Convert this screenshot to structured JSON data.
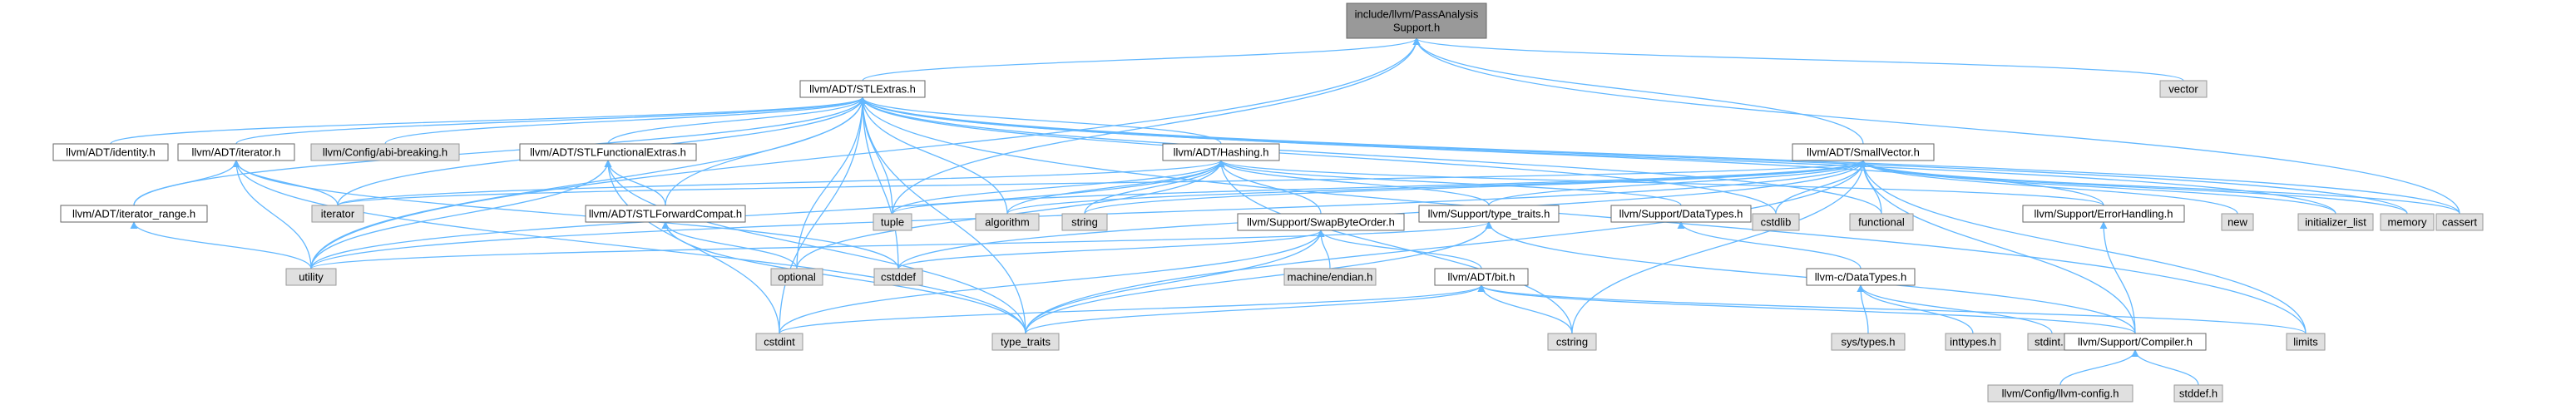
{
  "colors": {
    "edge": "#63b8ff",
    "root_fill": "#999999",
    "local_fill": "#ffffff",
    "system_fill": "#e0e0e0",
    "border_dark": "#666666",
    "border_light": "#999999"
  },
  "graph": {
    "nodes": {
      "root": {
        "lines": [
          "include/llvm/PassAnalysis",
          "Support.h"
        ],
        "kind": "root"
      },
      "stlextras": {
        "lines": [
          "llvm/ADT/STLExtras.h"
        ],
        "kind": "local"
      },
      "vector": {
        "lines": [
          "vector"
        ],
        "kind": "system"
      },
      "identity": {
        "lines": [
          "llvm/ADT/identity.h"
        ],
        "kind": "local"
      },
      "iterator_h": {
        "lines": [
          "llvm/ADT/iterator.h"
        ],
        "kind": "local"
      },
      "abibreaking": {
        "lines": [
          "llvm/Config/abi-breaking.h"
        ],
        "kind": "system"
      },
      "stlfunc": {
        "lines": [
          "llvm/ADT/STLFunctionalExtras.h"
        ],
        "kind": "local"
      },
      "hashing": {
        "lines": [
          "llvm/ADT/Hashing.h"
        ],
        "kind": "local"
      },
      "smallvector": {
        "lines": [
          "llvm/ADT/SmallVector.h"
        ],
        "kind": "local"
      },
      "iterrange": {
        "lines": [
          "llvm/ADT/iterator_range.h"
        ],
        "kind": "local"
      },
      "iterator": {
        "lines": [
          "iterator"
        ],
        "kind": "system"
      },
      "stlforward": {
        "lines": [
          "llvm/ADT/STLForwardCompat.h"
        ],
        "kind": "local"
      },
      "tuple": {
        "lines": [
          "tuple"
        ],
        "kind": "system"
      },
      "algorithm": {
        "lines": [
          "algorithm"
        ],
        "kind": "system"
      },
      "string": {
        "lines": [
          "string"
        ],
        "kind": "system"
      },
      "swapbyte": {
        "lines": [
          "llvm/Support/SwapByteOrder.h"
        ],
        "kind": "local"
      },
      "typetraits_h": {
        "lines": [
          "llvm/Support/type_traits.h"
        ],
        "kind": "local"
      },
      "datatypes_h": {
        "lines": [
          "llvm/Support/DataTypes.h"
        ],
        "kind": "local"
      },
      "cstdlib": {
        "lines": [
          "cstdlib"
        ],
        "kind": "system"
      },
      "functional": {
        "lines": [
          "functional"
        ],
        "kind": "system"
      },
      "errorhandling": {
        "lines": [
          "llvm/Support/ErrorHandling.h"
        ],
        "kind": "local"
      },
      "new": {
        "lines": [
          "new"
        ],
        "kind": "system"
      },
      "initlist": {
        "lines": [
          "initializer_list"
        ],
        "kind": "system"
      },
      "memory": {
        "lines": [
          "memory"
        ],
        "kind": "system"
      },
      "cassert": {
        "lines": [
          "cassert"
        ],
        "kind": "system"
      },
      "utility": {
        "lines": [
          "utility"
        ],
        "kind": "system"
      },
      "optional": {
        "lines": [
          "optional"
        ],
        "kind": "system"
      },
      "cstddef": {
        "lines": [
          "cstddef"
        ],
        "kind": "system"
      },
      "endian": {
        "lines": [
          "machine/endian.h"
        ],
        "kind": "system"
      },
      "bit": {
        "lines": [
          "llvm/ADT/bit.h"
        ],
        "kind": "local"
      },
      "cdatatypes": {
        "lines": [
          "llvm-c/DataTypes.h"
        ],
        "kind": "local"
      },
      "cstdint": {
        "lines": [
          "cstdint"
        ],
        "kind": "system"
      },
      "type_traits": {
        "lines": [
          "type_traits"
        ],
        "kind": "system"
      },
      "cstring": {
        "lines": [
          "cstring"
        ],
        "kind": "system"
      },
      "systypes": {
        "lines": [
          "sys/types.h"
        ],
        "kind": "system"
      },
      "inttypes": {
        "lines": [
          "inttypes.h"
        ],
        "kind": "system"
      },
      "stdinth": {
        "lines": [
          "stdint.h"
        ],
        "kind": "system"
      },
      "compiler": {
        "lines": [
          "llvm/Support/Compiler.h"
        ],
        "kind": "local"
      },
      "limits": {
        "lines": [
          "limits"
        ],
        "kind": "system"
      },
      "llvmconfig": {
        "lines": [
          "llvm/Config/llvm-config.h"
        ],
        "kind": "system"
      },
      "stddef": {
        "lines": [
          "stddef.h"
        ],
        "kind": "system"
      }
    },
    "edges": [
      [
        "root",
        "stlextras"
      ],
      [
        "root",
        "vector"
      ],
      [
        "root",
        "smallvector"
      ],
      [
        "root",
        "tuple"
      ],
      [
        "root",
        "cassert"
      ],
      [
        "root",
        "utility"
      ],
      [
        "stlextras",
        "identity"
      ],
      [
        "stlextras",
        "iterator_h"
      ],
      [
        "stlextras",
        "abibreaking"
      ],
      [
        "stlextras",
        "stlfunc"
      ],
      [
        "stlextras",
        "hashing"
      ],
      [
        "stlextras",
        "iterrange"
      ],
      [
        "stlextras",
        "iterator"
      ],
      [
        "stlextras",
        "stlforward"
      ],
      [
        "stlextras",
        "tuple"
      ],
      [
        "stlextras",
        "algorithm"
      ],
      [
        "stlextras",
        "optional"
      ],
      [
        "stlextras",
        "cstddef"
      ],
      [
        "stlextras",
        "utility"
      ],
      [
        "stlextras",
        "cstdint"
      ],
      [
        "stlextras",
        "type_traits"
      ],
      [
        "stlextras",
        "cstdlib"
      ],
      [
        "stlextras",
        "functional"
      ],
      [
        "stlextras",
        "errorhandling"
      ],
      [
        "stlextras",
        "initlist"
      ],
      [
        "stlextras",
        "memory"
      ],
      [
        "stlextras",
        "cassert"
      ],
      [
        "stlextras",
        "limits"
      ],
      [
        "iterator_h",
        "iterrange"
      ],
      [
        "iterator_h",
        "iterator"
      ],
      [
        "iterator_h",
        "utility"
      ],
      [
        "iterator_h",
        "cstddef"
      ],
      [
        "iterator_h",
        "type_traits"
      ],
      [
        "iterrange",
        "utility"
      ],
      [
        "stlfunc",
        "stlforward"
      ],
      [
        "stlfunc",
        "utility"
      ],
      [
        "stlfunc",
        "cstdint"
      ],
      [
        "stlfunc",
        "type_traits"
      ],
      [
        "stlforward",
        "optional"
      ],
      [
        "stlforward",
        "type_traits"
      ],
      [
        "hashing",
        "swapbyte"
      ],
      [
        "hashing",
        "typetraits_h"
      ],
      [
        "hashing",
        "datatypes_h"
      ],
      [
        "hashing",
        "errorhandling"
      ],
      [
        "hashing",
        "tuple"
      ],
      [
        "hashing",
        "algorithm"
      ],
      [
        "hashing",
        "string"
      ],
      [
        "hashing",
        "cstring"
      ],
      [
        "hashing",
        "utility"
      ],
      [
        "hashing",
        "optional"
      ],
      [
        "hashing",
        "iterator"
      ],
      [
        "smallvector",
        "compiler"
      ],
      [
        "smallvector",
        "typetraits_h"
      ],
      [
        "smallvector",
        "algorithm"
      ],
      [
        "smallvector",
        "cassert"
      ],
      [
        "smallvector",
        "cstddef"
      ],
      [
        "smallvector",
        "cstdlib"
      ],
      [
        "smallvector",
        "cstring"
      ],
      [
        "smallvector",
        "functional"
      ],
      [
        "smallvector",
        "initlist"
      ],
      [
        "smallvector",
        "iterator"
      ],
      [
        "smallvector",
        "limits"
      ],
      [
        "smallvector",
        "memory"
      ],
      [
        "smallvector",
        "new"
      ],
      [
        "smallvector",
        "type_traits"
      ],
      [
        "smallvector",
        "utility"
      ],
      [
        "smallvector",
        "tuple"
      ],
      [
        "smallvector",
        "string"
      ],
      [
        "swapbyte",
        "bit"
      ],
      [
        "swapbyte",
        "endian"
      ],
      [
        "swapbyte",
        "cstddef"
      ],
      [
        "swapbyte",
        "cstdint"
      ],
      [
        "swapbyte",
        "type_traits"
      ],
      [
        "typetraits_h",
        "compiler"
      ],
      [
        "typetraits_h",
        "type_traits"
      ],
      [
        "typetraits_h",
        "utility"
      ],
      [
        "datatypes_h",
        "cdatatypes"
      ],
      [
        "errorhandling",
        "compiler"
      ],
      [
        "bit",
        "compiler"
      ],
      [
        "bit",
        "cstdint"
      ],
      [
        "bit",
        "cstring"
      ],
      [
        "bit",
        "limits"
      ],
      [
        "bit",
        "type_traits"
      ],
      [
        "cdatatypes",
        "systypes"
      ],
      [
        "cdatatypes",
        "inttypes"
      ],
      [
        "cdatatypes",
        "stdinth"
      ],
      [
        "compiler",
        "llvmconfig"
      ],
      [
        "compiler",
        "stddef"
      ]
    ]
  }
}
